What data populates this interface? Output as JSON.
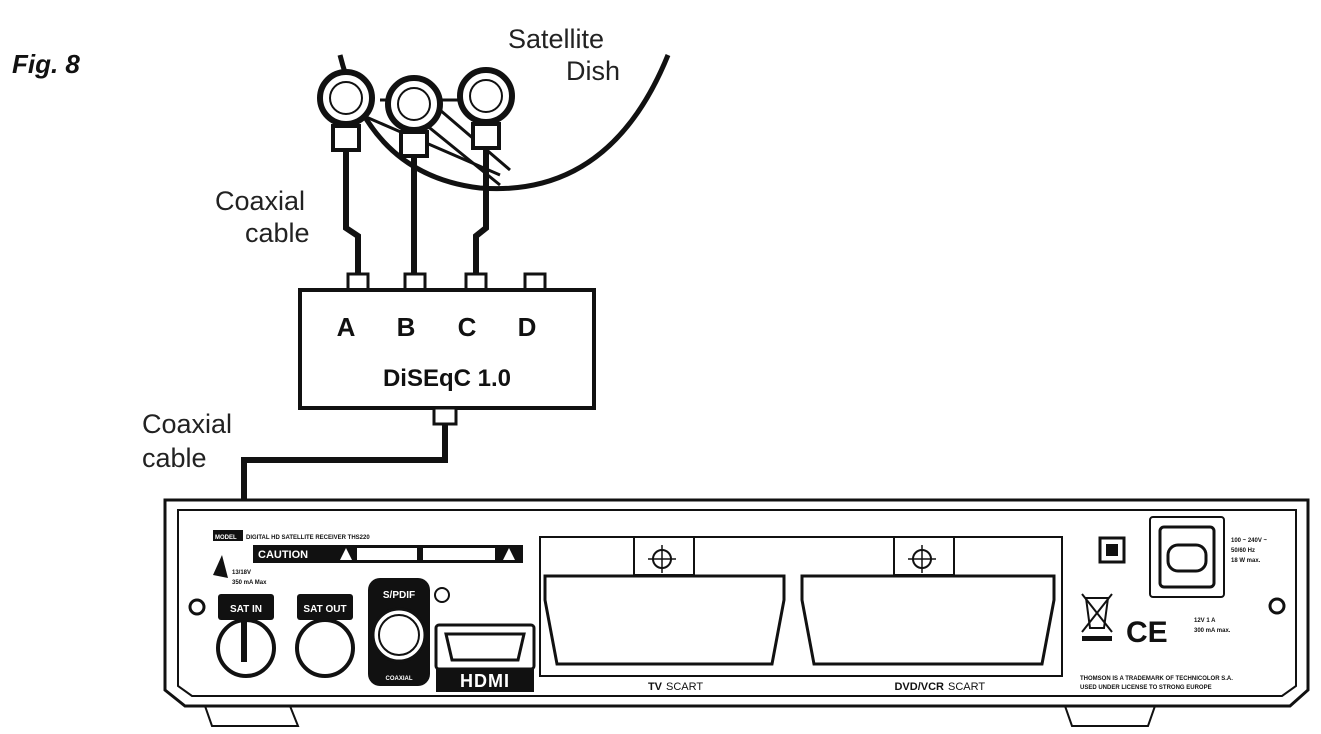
{
  "figure": {
    "title": "Fig. 8"
  },
  "labels": {
    "satellite_line1": "Satellite",
    "satellite_line2": "Dish",
    "coax_top_line1": "Coaxial",
    "coax_top_line2": "cable",
    "coax_bottom_line1": "Coaxial",
    "coax_bottom_line2": "cable"
  },
  "switch": {
    "ports": [
      "A",
      "B",
      "C",
      "D"
    ],
    "name": "DiSEqC 1.0"
  },
  "receiver": {
    "model_label": "MODEL",
    "model_text": "DIGITAL HD SATELLITE RECEIVER THS220",
    "caution": "CAUTION",
    "lnb_power_line1": "13/18V",
    "lnb_power_line2": "350 mA Max",
    "ports": {
      "sat_in": "SAT IN",
      "sat_out": "SAT OUT",
      "spdif": "S/PDIF",
      "coaxial": "COAXIAL",
      "hdmi": "HDMI"
    },
    "scart_tv_bold": "TV",
    "scart_tv": "SCART",
    "scart_dvd_bold": "DVD/VCR",
    "scart_dvd": "SCART",
    "power_rating_line1": "100 ~ 240V ~",
    "power_rating_line2": "50/60 Hz",
    "power_rating_line3": "18 W max.",
    "ce_mark": "CE",
    "dc_rating_line1": "12V 1 A",
    "dc_rating_line2": "300 mA max.",
    "trademark_line1": "THOMSON IS A TRADEMARK OF TECHNICOLOR S.A.",
    "trademark_line2": "USED UNDER LICENSE TO STRONG EUROPE"
  },
  "icons": [
    "satellite-dish-icon",
    "lnb-icon",
    "warning-triangle-icon",
    "weee-bin-icon",
    "class-ii-icon",
    "screw-hole-icon"
  ]
}
